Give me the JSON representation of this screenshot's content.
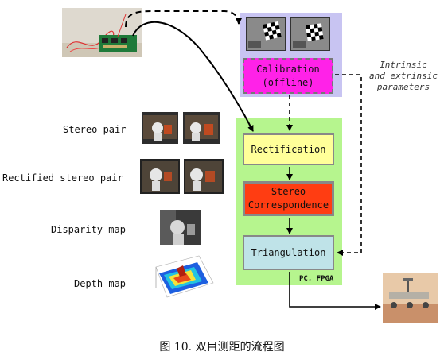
{
  "left_labels": {
    "stereo_pair": "Stereo pair",
    "rectified_stereo_pair": "Rectified stereo pair",
    "disparity_map": "Disparity map",
    "depth_map": "Depth map"
  },
  "pipeline": {
    "calibration": [
      "Calibration",
      "(offline)"
    ],
    "rectification": "Rectification",
    "stereo_correspondence": [
      "Stereo",
      "Correspondence"
    ],
    "triangulation": "Triangulation",
    "platform": "PC, FPGA"
  },
  "parameters_note": [
    "Intrinsic",
    "and extrinsic",
    "parameters"
  ],
  "caption": "图 10. 双目测距的流程图",
  "colors": {
    "calib_panel": "#c8c4f2",
    "calibration_box": "#ff22e8",
    "main_panel": "#b6f58e",
    "rectification_box": "#ffff99",
    "stereo_box": "#ff3d12",
    "triangulation_box": "#bfe3e8"
  }
}
